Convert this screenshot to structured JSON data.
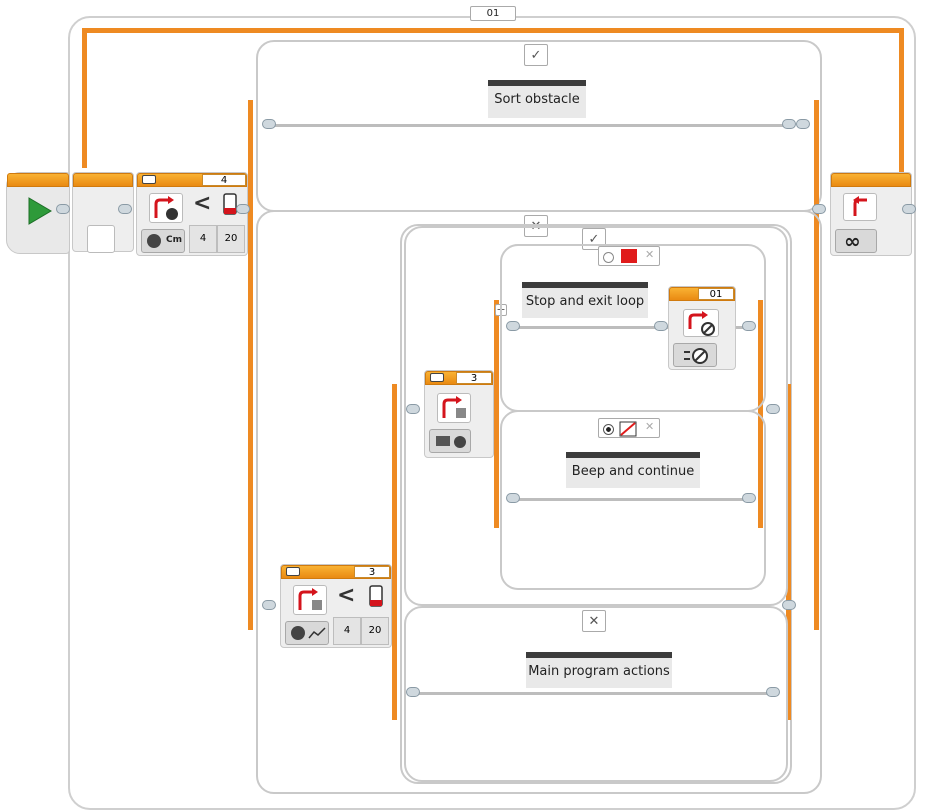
{
  "outer_loop": {
    "label": "01",
    "mode_symbol": "∞"
  },
  "sort_case": {
    "tab_symbol": "✓",
    "comment": "Sort obstacle"
  },
  "false_case": {
    "tab_symbol": "✕"
  },
  "outer_switch": {
    "block_label": "4",
    "compare_symbol": "<",
    "sensor_mode_text": "Cm",
    "param_a": "4",
    "param_b": "20"
  },
  "inner_switch": {
    "block_label": "3",
    "compare_symbol": "<",
    "param_a": "4",
    "param_b": "20"
  },
  "inner_false_tab": {
    "tab_symbol": "✕"
  },
  "inner_true_tab": {
    "tab_symbol": "✓"
  },
  "color_switch": {
    "block_label": "3",
    "add_case_symbol": "+"
  },
  "stop_case": {
    "comment": "Stop and exit loop",
    "close_symbol": "✕"
  },
  "loop_interrupt": {
    "block_label": "01"
  },
  "beep_case": {
    "comment": "Beep and continue",
    "close_symbol": "✕"
  },
  "main_case": {
    "tab_symbol": "✕",
    "comment": "Main program actions"
  },
  "colors": {
    "orange": "#ee8a22",
    "frame": "#c9c9c9",
    "start_green": "#2e9a3a",
    "stop_red": "#e01b1b"
  }
}
